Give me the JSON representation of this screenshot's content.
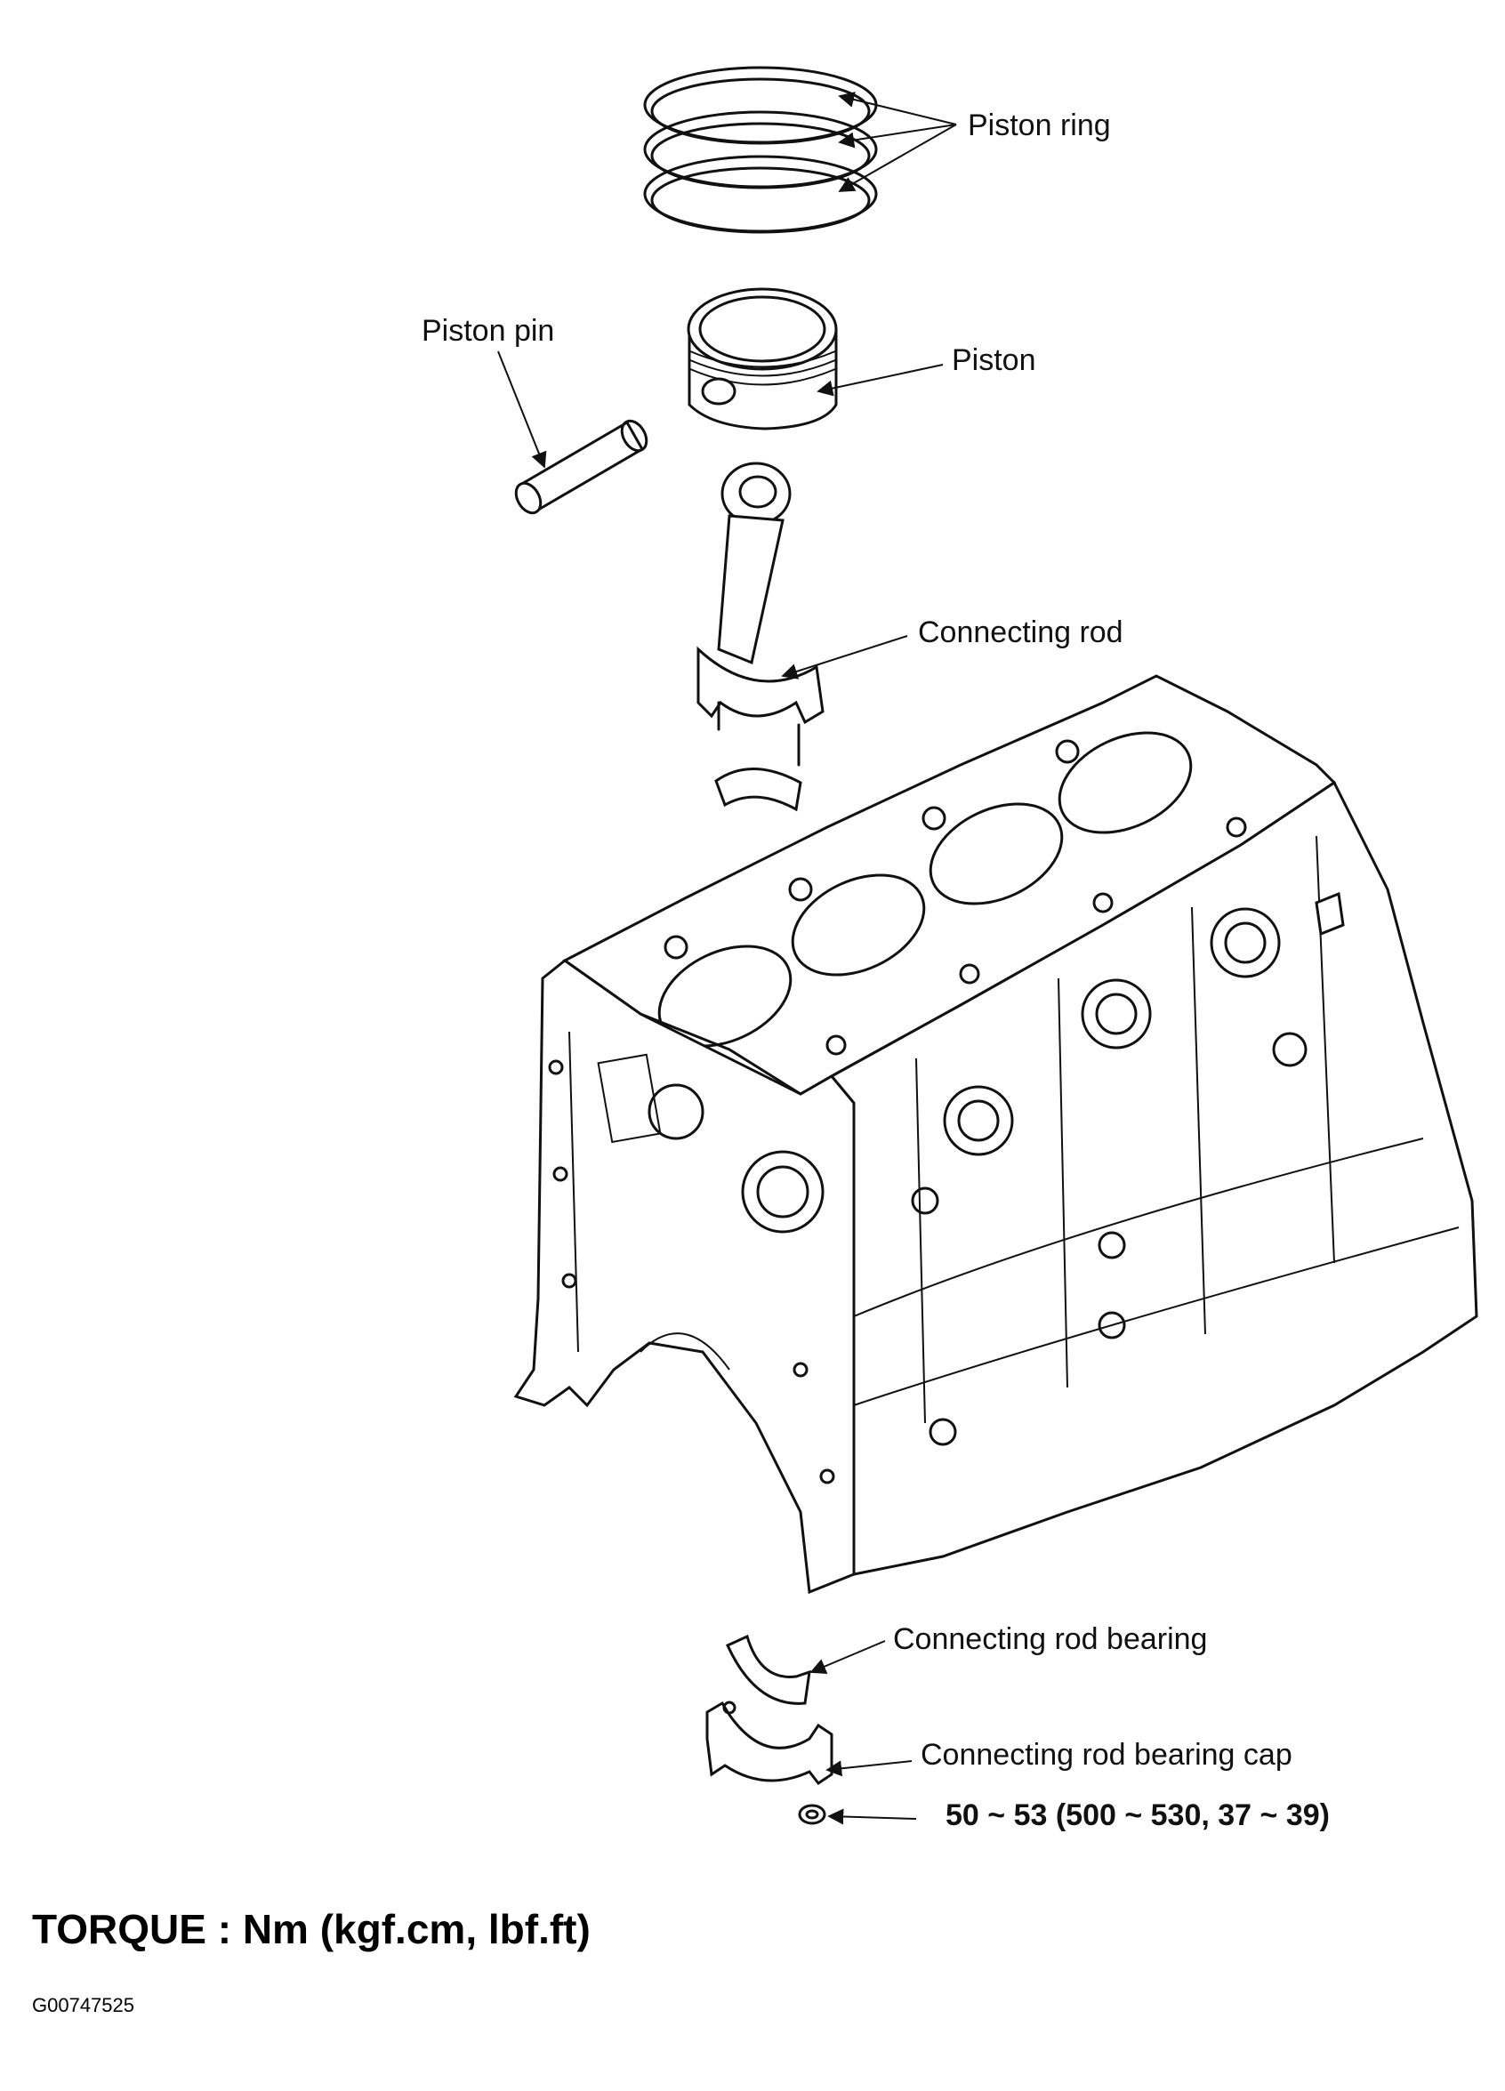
{
  "labels": {
    "piston_ring": "Piston ring",
    "piston_pin": "Piston pin",
    "piston": "Piston",
    "connecting_rod": "Connecting rod",
    "connecting_rod_bearing": "Connecting rod bearing",
    "connecting_rod_bearing_cap": "Connecting rod  bearing cap"
  },
  "torque": {
    "value": "50 ~ 53 (500 ~ 530, 37 ~ 39)",
    "title": "TORQUE : Nm (kgf.cm, lbf.ft)"
  },
  "figure_code": "G00747525"
}
